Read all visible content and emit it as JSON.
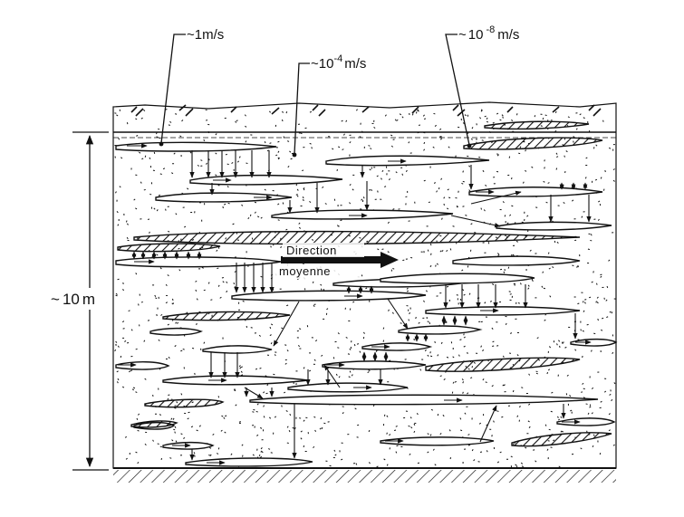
{
  "labels": {
    "conductivity_high": {
      "prefix": "~",
      "value": "1",
      "unit": "m/s"
    },
    "conductivity_mid": {
      "prefix": "~",
      "base": "10",
      "exponent": "-4",
      "unit": "m/s"
    },
    "conductivity_low": {
      "prefix": "~",
      "base": "10",
      "exponent": "-8",
      "unit": "m/s"
    },
    "direction_line1": "Direction",
    "direction_line2": "moyenne",
    "thickness": {
      "prefix": "~",
      "value": "10",
      "unit": "m"
    }
  },
  "colors": {
    "ink": "#111111",
    "background": "#ffffff"
  }
}
